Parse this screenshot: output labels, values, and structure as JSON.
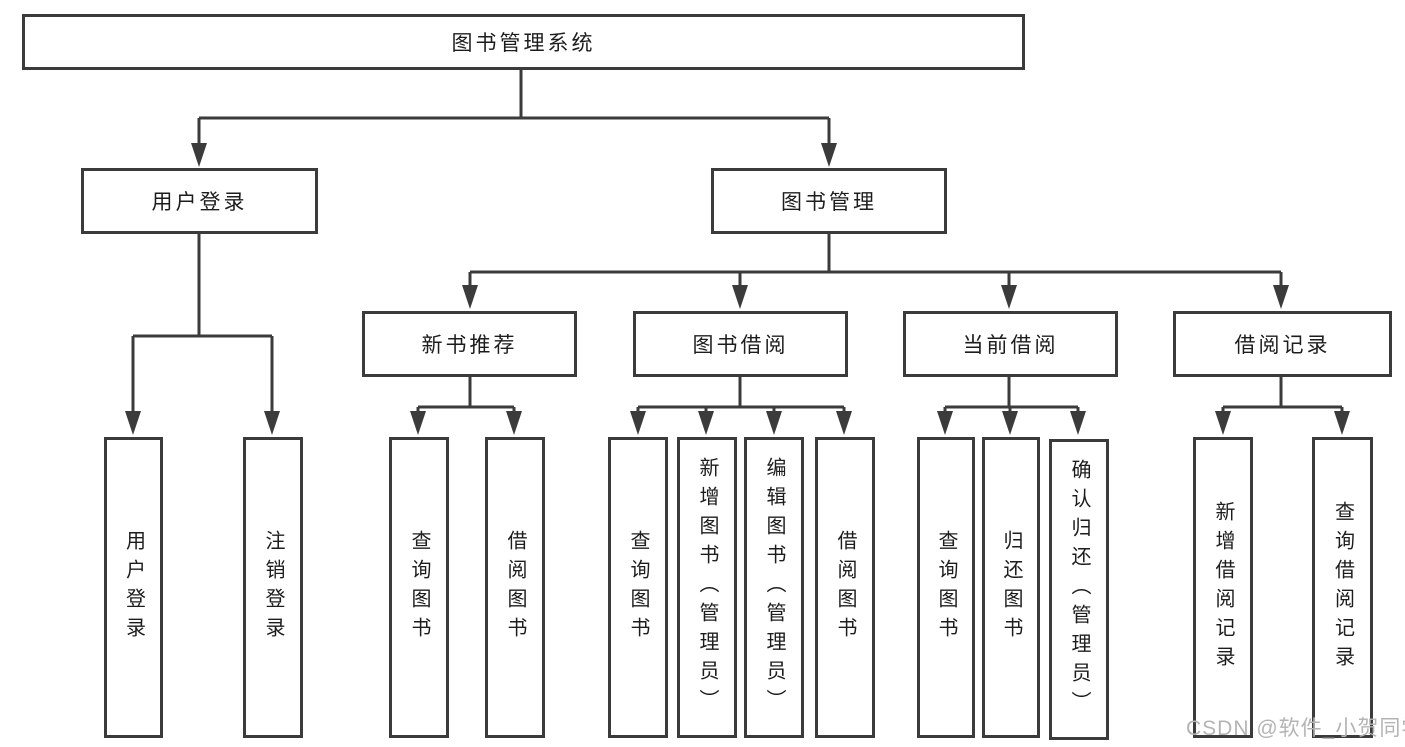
{
  "diagram": {
    "type": "hierarchy-tree",
    "title": "图书管理系统",
    "root": {
      "label": "图书管理系统"
    },
    "branches": [
      {
        "label": "用户登录",
        "children": [
          {
            "label": "用户登录"
          },
          {
            "label": "注销登录"
          }
        ]
      },
      {
        "label": "图书管理",
        "children": [
          {
            "label": "新书推荐",
            "children": [
              {
                "label": "查询图书"
              },
              {
                "label": "借阅图书"
              }
            ]
          },
          {
            "label": "图书借阅",
            "children": [
              {
                "label": "查询图书"
              },
              {
                "label": "新增图书（管理员）"
              },
              {
                "label": "编辑图书（管理员）"
              },
              {
                "label": "借阅图书"
              }
            ]
          },
          {
            "label": "当前借阅",
            "children": [
              {
                "label": "查询图书"
              },
              {
                "label": "归还图书"
              },
              {
                "label": "确认归还（管理员）"
              }
            ]
          },
          {
            "label": "借阅记录",
            "children": [
              {
                "label": "新增借阅记录"
              },
              {
                "label": "查询借阅记录"
              }
            ]
          }
        ]
      }
    ]
  },
  "watermark": {
    "text": "CSDN @软件_小贺同学"
  },
  "colors": {
    "line": "#3b3b3b",
    "box_border": "#3b3b3b",
    "box_fill": "#ffffff",
    "text": "#1d1d1d",
    "watermark": "#b4b4b4"
  }
}
